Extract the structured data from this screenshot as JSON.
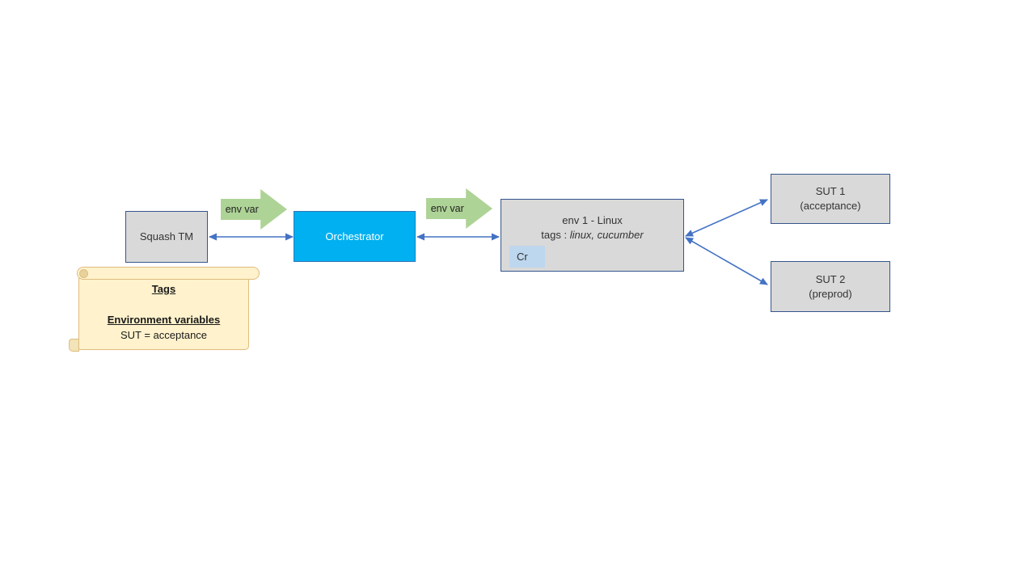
{
  "diagram": {
    "nodes": {
      "squash": {
        "label": "Squash TM"
      },
      "orchestrator": {
        "label": "Orchestrator"
      },
      "env": {
        "title": "env 1 - Linux",
        "tags_prefix": "tags : ",
        "tags_value": "linux, cucumber",
        "badge": "Cr"
      },
      "sut1": {
        "line1": "SUT 1",
        "line2": "(acceptance)"
      },
      "sut2": {
        "line1": "SUT 2",
        "line2": "(preprod)"
      }
    },
    "env_var_labels": [
      "env var",
      "env var"
    ],
    "note": {
      "heading1": "Tags",
      "heading2": "Environment variables",
      "line": "SUT = acceptance"
    },
    "colors": {
      "connector": "#4472C4",
      "box_fill": "#D9D9D9",
      "box_border": "#35558E",
      "orchestrator_fill": "#00B0F0",
      "orchestrator_border": "#2E75B6",
      "arrow_green": "#AED396",
      "badge_fill": "#BDD7EE",
      "note_fill": "#FFF2CC",
      "note_border": "#DFBC7E"
    }
  }
}
